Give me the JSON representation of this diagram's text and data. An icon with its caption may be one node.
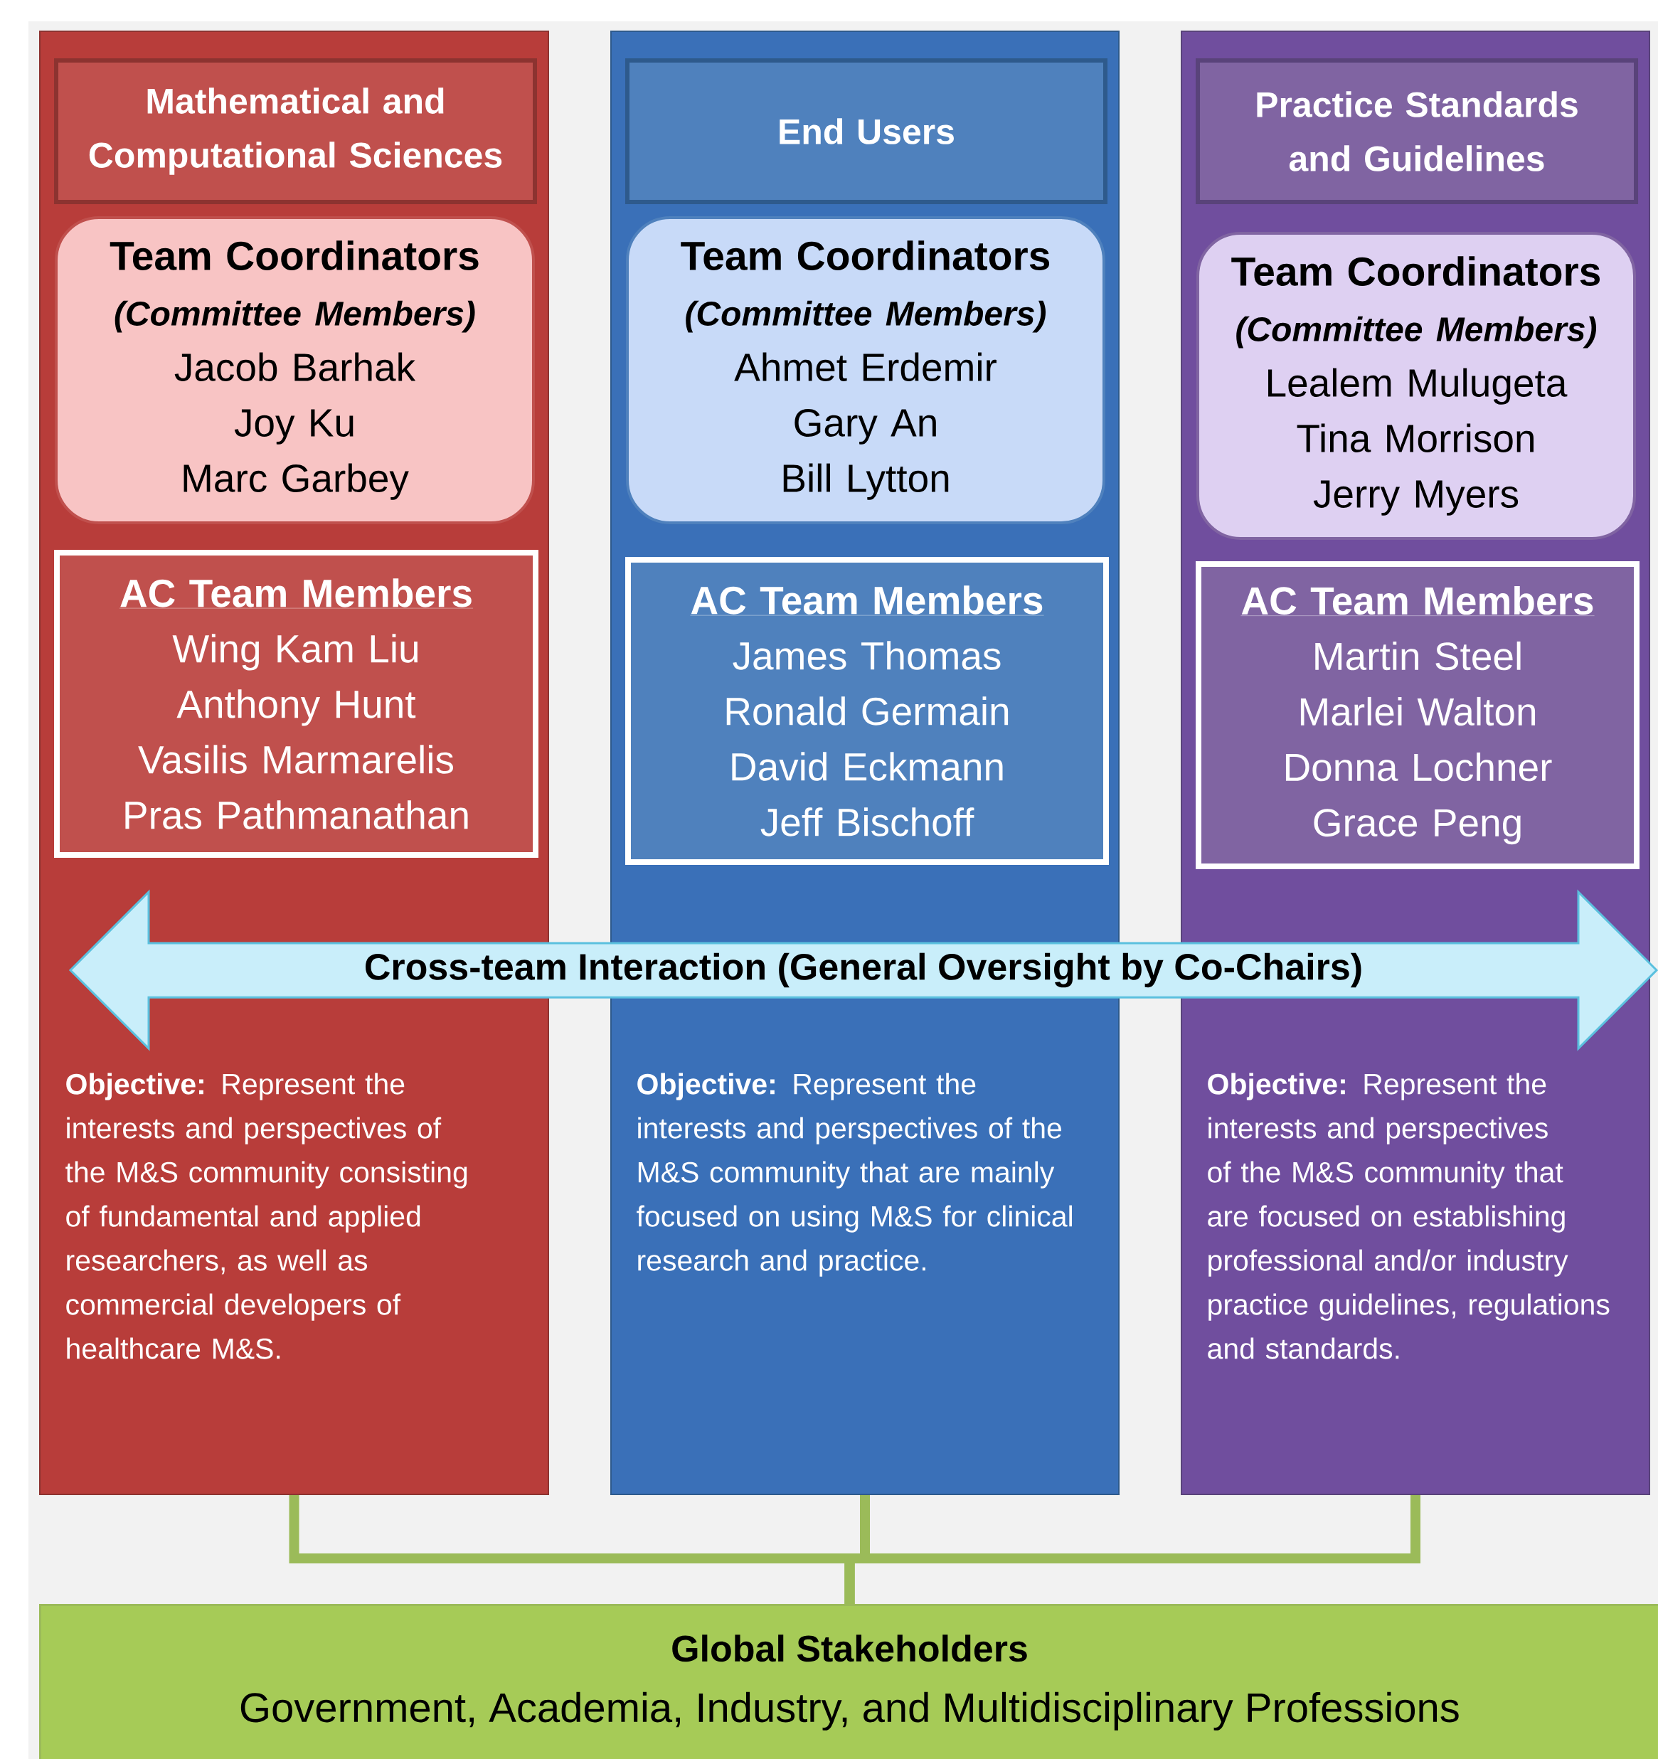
{
  "diagram": {
    "nodes": [
      {
        "text": [
          "**Objective:** Represent the interests and perspectives of the M&S community consisting of fundamental and applied researchers, as well as commercial developers of healthcare M&S."
        ]
      },
      {
        "text": [
          "Mathematical and Computational Sciences"
        ],
        "in": 0
      },
      {
        "text": [
          "Team Coordinators",
          "(Committee Members)",
          "Jacob Barhak",
          "Joy Ku",
          "Marc Garbey"
        ],
        "in": 0
      },
      {
        "text": [
          "AC Team Members",
          "Wing Kam Liu",
          "Anthony Hunt",
          "Vasilis Marmarelis",
          "Pras Pathmanathan"
        ],
        "in": 0
      },
      {
        "text": [
          "**Objective:** Represent the interests and perspectives of the M&S community that are mainly focused on using M&S for clinical research and practice."
        ]
      },
      {
        "text": [
          "End Users"
        ],
        "in": 4
      },
      {
        "text": [
          "Team Coordinators",
          "(Committee Members)",
          "Ahmet Erdemir",
          "Gary An",
          "Bill Lytton"
        ],
        "in": 4
      },
      {
        "text": [
          "AC Team Members",
          "James Thomas",
          "Ronald Germain",
          "David Eckmann",
          "Jeff Bischoff"
        ],
        "in": 4
      },
      {
        "text": [
          "**Objective:** Represent the interests and perspectives of the M&S community that are focused on establishing professional and/or industry practice guidelines, regulations and standards."
        ]
      },
      {
        "text": [
          "Practice Standards and Guidelines"
        ],
        "in": 8
      },
      {
        "text": [
          "Team Coordinators",
          "(Committee Members)",
          "Lealem Mulugeta",
          "Tina Morrison",
          "Jerry Myers"
        ],
        "in": 8
      },
      {
        "text": [
          "AC Team Members",
          "Martin Steel",
          "Marlei Walton",
          "Donna Lochner",
          "Grace Peng"
        ],
        "in": 8
      },
      {
        "text": [
          "Cross-team Interaction (General Oversight by Co-Chairs)"
        ]
      },
      {
        "text": [
          "Global Stakeholders",
          "Government, Academia, Industry, and Multidisciplinary Professions"
        ]
      }
    ],
    "edges": [
      {
        "from": 0,
        "to": 13,
        "arrow": "none"
      },
      {
        "from": 4,
        "to": 13,
        "arrow": "none"
      },
      {
        "from": 8,
        "to": 13,
        "arrow": "none"
      }
    ]
  }
}
